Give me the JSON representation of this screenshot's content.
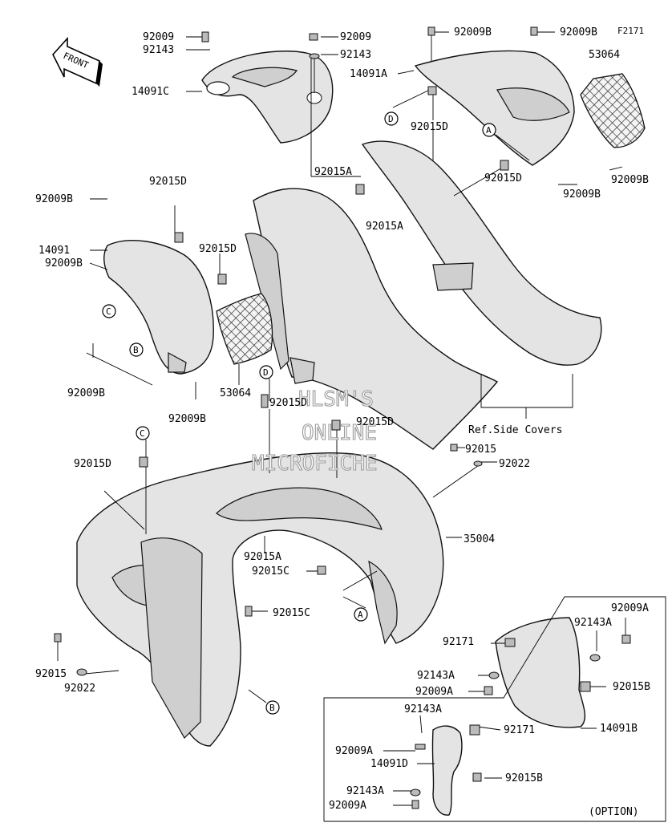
{
  "figure_code": "F2171",
  "front_label": "FRONT",
  "watermark": [
    "HLSM'S",
    "ONLINE",
    "MICROFICHE"
  ],
  "ref_note": "Ref.Side Covers",
  "option_label": "(OPTION)",
  "parts": {
    "p92009_a": "92009",
    "p92143_a": "92143",
    "p14091C": "14091C",
    "p92009_b": "92009",
    "p92143_b": "92143",
    "p92009B_top1": "92009B",
    "p92009B_top2": "92009B",
    "p14091A": "14091A",
    "p53064_top": "53064",
    "p92015D_top": "92015D",
    "p92015A_1": "92015A",
    "p92015A_2": "92015A",
    "p92015D_right": "92015D",
    "p92009B_r1": "92009B",
    "p92009B_r2": "92009B",
    "p92009B_left": "92009B",
    "p92015D_l1": "92015D",
    "p14091": "14091",
    "p92015D_l2": "92015D",
    "p92009B_l2": "92009B",
    "p92009B_l3": "92009B",
    "p53064_mid": "53064",
    "p92009B_l4": "92009B",
    "p92015D_center1": "92015D",
    "p92015D_center2": "92015D",
    "p92015D_c3": "92015D",
    "p92015": "92015",
    "p92022": "92022",
    "p35004": "35004",
    "p92015A_3": "92015A",
    "p92015C_1": "92015C",
    "p92015C_2": "92015C",
    "p92015_bl": "92015",
    "p92022_bl": "92022",
    "p92009A_1": "92009A",
    "p92143A_1": "92143A",
    "p92171_1": "92171",
    "p92143A_2": "92143A",
    "p92015B_1": "92015B",
    "p92009A_2": "92009A",
    "p92143A_3": "92143A",
    "p92171_2": "92171",
    "p14091B": "14091B",
    "p92009A_3": "92009A",
    "p14091D": "14091D",
    "p92015B_2": "92015B",
    "p92143A_4": "92143A",
    "p92009A_4": "92009A"
  },
  "callouts": {
    "A": "A",
    "B": "B",
    "C": "C",
    "D": "D"
  }
}
